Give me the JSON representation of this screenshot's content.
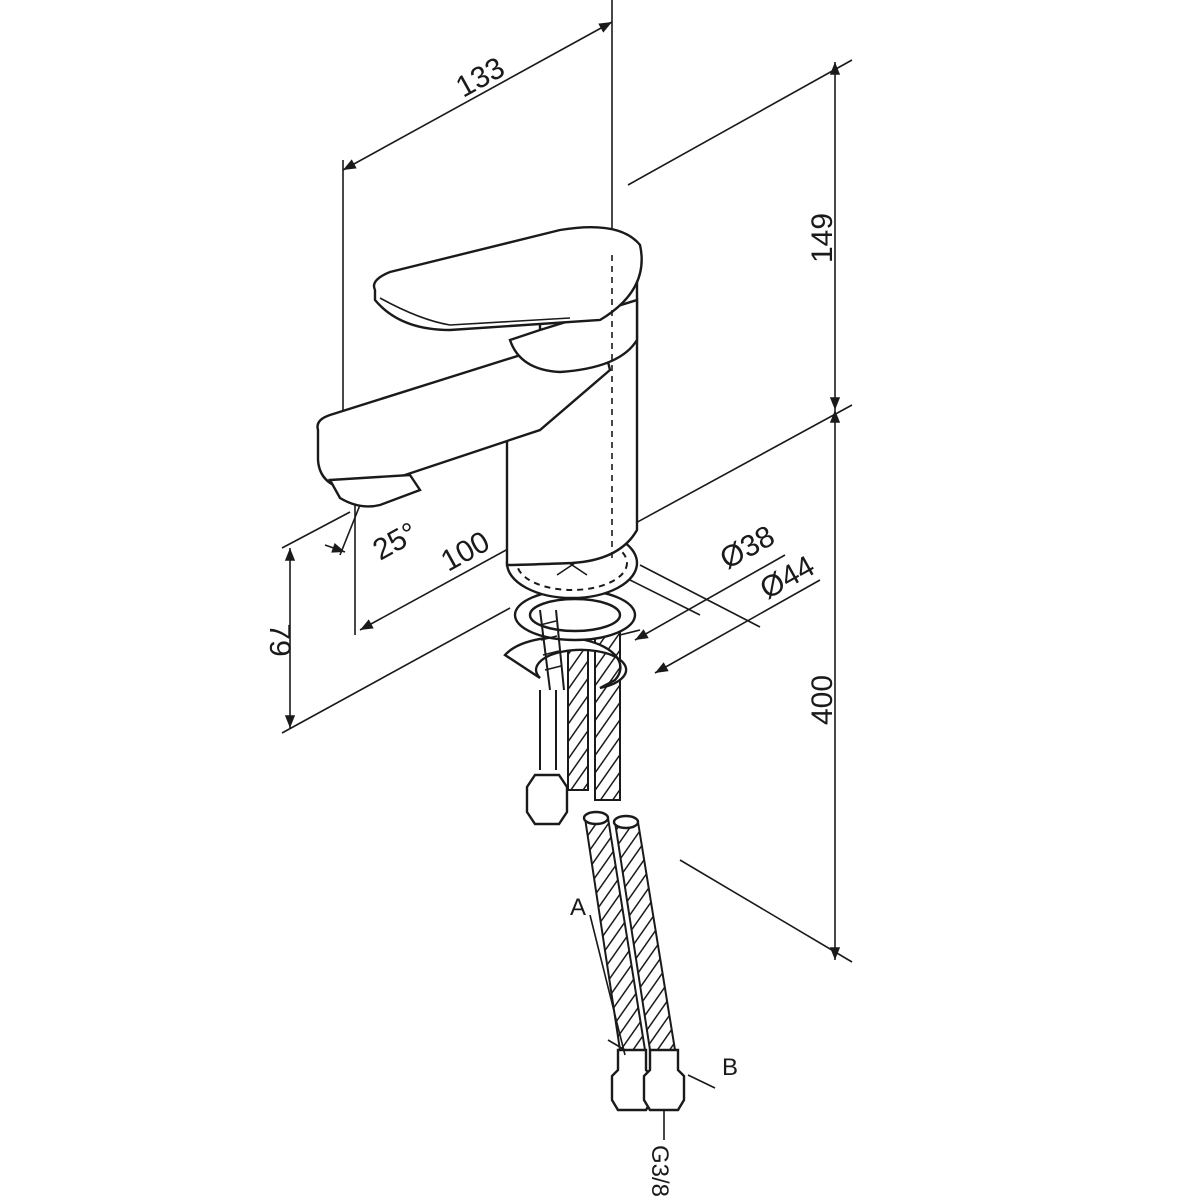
{
  "drawing": {
    "dimensions": {
      "spout_reach": "133",
      "body_height": "149",
      "spout_angle": "25°",
      "spout_to_axis": "100",
      "spout_height": "79",
      "base_diameter_inner": "Ø38",
      "base_diameter_outer": "Ø44",
      "hose_length": "400"
    },
    "labels": {
      "hose_a": "A",
      "hose_b": "B",
      "thread": "G3/8"
    },
    "line_color": "#1a1a1a"
  }
}
